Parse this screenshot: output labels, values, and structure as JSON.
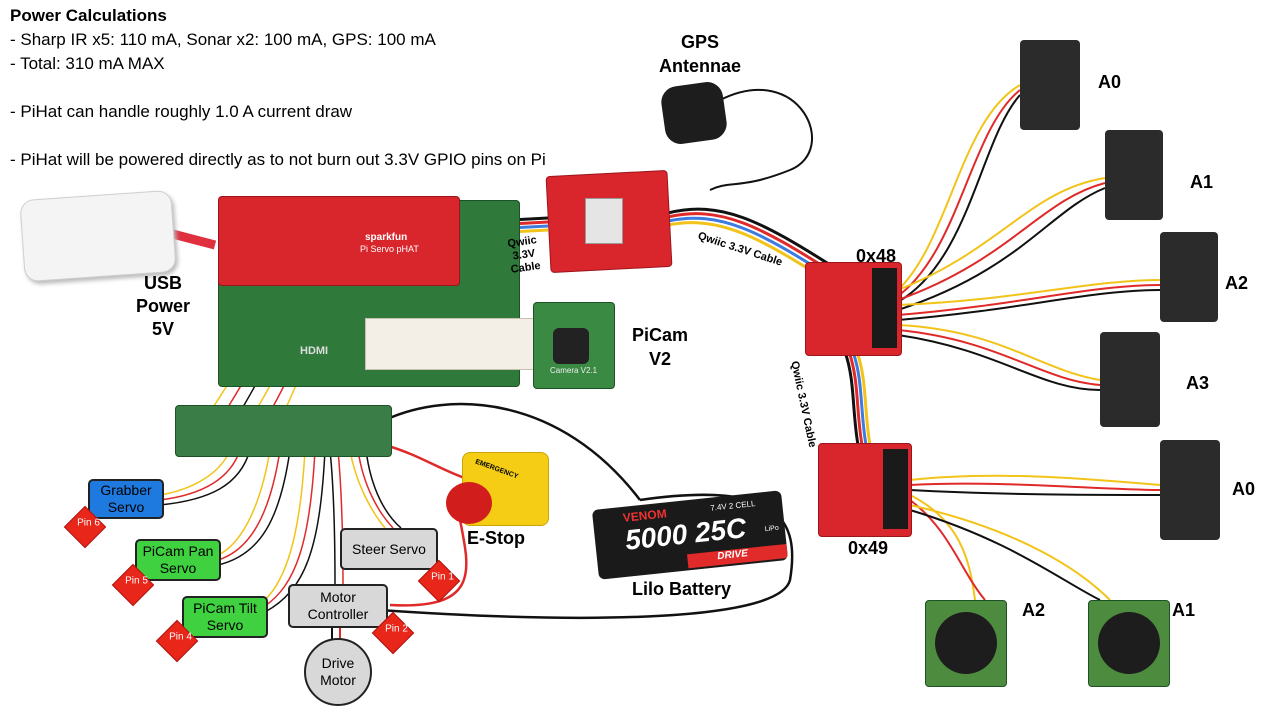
{
  "notes": {
    "title": "Power Calculations",
    "line1": "- Sharp IR x5: 110 mA, Sonar x2: 100 mA, GPS: 100 mA",
    "line2": "- Total: 310 mA MAX",
    "line3": "- PiHat can handle roughly 1.0 A current draw",
    "line4": "- PiHat will be powered directly as to not burn out 3.3V GPIO pins on Pi"
  },
  "labels": {
    "gps_antenna_1": "GPS",
    "gps_antenna_2": "Antennae",
    "usb_power_1": "USB",
    "usb_power_2": "Power",
    "usb_power_3": "5V",
    "picam_1": "PiCam",
    "picam_2": "V2",
    "qwiic_1": "Qwiic",
    "qwiic_2": "3.3V",
    "qwiic_3": "Cable",
    "qwiic_cable_a": "Qwiic 3.3V Cable",
    "qwiic_cable_b": "Qwiic 3.3V Cable",
    "adc_48": "0x48",
    "adc_49": "0x49",
    "estop": "E-Stop",
    "battery": "Lilo Battery",
    "ir_a0": "A0",
    "ir_a1": "A1",
    "ir_a2": "A2",
    "ir_a3": "A3",
    "ir2_a0": "A0",
    "sonar_a2": "A2",
    "sonar_a1": "A1"
  },
  "boxes": {
    "grabber": "Grabber Servo",
    "pan": "PiCam Pan Servo",
    "tilt": "PiCam Tilt Servo",
    "steer": "Steer Servo",
    "motor_ctrl": "Motor Controller",
    "drive_motor": "Drive Motor"
  },
  "pins": {
    "p6": "Pin 6",
    "p5": "Pin 5",
    "p4": "Pin 4",
    "p1": "Pin 1",
    "p2": "Pin 2"
  },
  "components": {
    "hat_brand": "sparkfun",
    "hat_name": "Pi Servo pHAT",
    "pi_text": "HDMI",
    "cam_text": "Camera V2.1",
    "estop_text": "EMERGENCY",
    "battery_brand": "VENOM",
    "battery_spec": "7.4V 2 CELL",
    "battery_main": "5000 25C",
    "battery_type": "LiPo",
    "battery_drive": "DRIVE"
  },
  "colors": {
    "board_red": "#d9262c",
    "board_green": "#2f7a3a",
    "box_blue": "#1f7ae0",
    "box_green": "#3fd13f",
    "box_gray": "#d8d8d8",
    "pin_red": "#e8261a",
    "wire_black": "#111111",
    "wire_red": "#e02a2a",
    "wire_yellow": "#f2c318",
    "wire_blue": "#3d7be0"
  }
}
